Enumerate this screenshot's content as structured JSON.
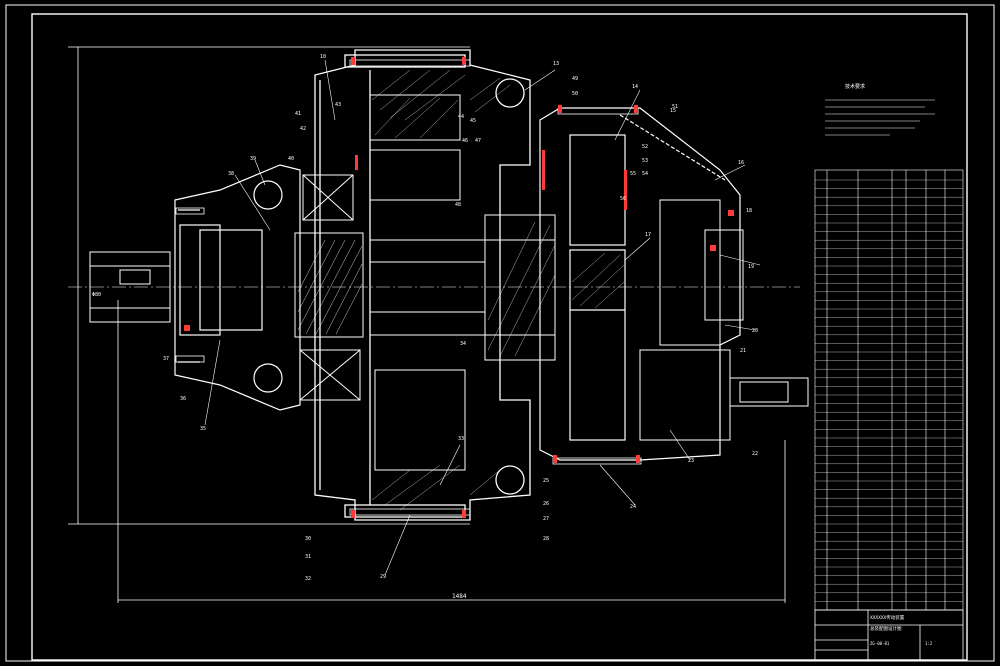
{
  "drawing": {
    "background": "#000000",
    "line_color": "#ffffff",
    "accent_color": "#ff3a3a",
    "callouts": [
      "10",
      "13",
      "14",
      "15",
      "16",
      "17",
      "18",
      "19",
      "20",
      "21",
      "22",
      "23",
      "24",
      "25",
      "26",
      "27",
      "28",
      "29",
      "30",
      "31",
      "32",
      "33",
      "34",
      "35",
      "36",
      "37",
      "38",
      "39",
      "40",
      "41",
      "42",
      "43",
      "44",
      "45",
      "46",
      "47",
      "48",
      "49",
      "50",
      "51",
      "52",
      "53",
      "54",
      "55",
      "56"
    ],
    "dimensions": {
      "overall_width": "1484",
      "shaft_diameter": "Φ80"
    },
    "notes_title": "技术要求",
    "title_block": {
      "title_line1": "XXXXXX传动装置",
      "title_line2": "总装配图设计图",
      "drawing_no": "ZG-00-01",
      "scale": "1:2"
    }
  }
}
